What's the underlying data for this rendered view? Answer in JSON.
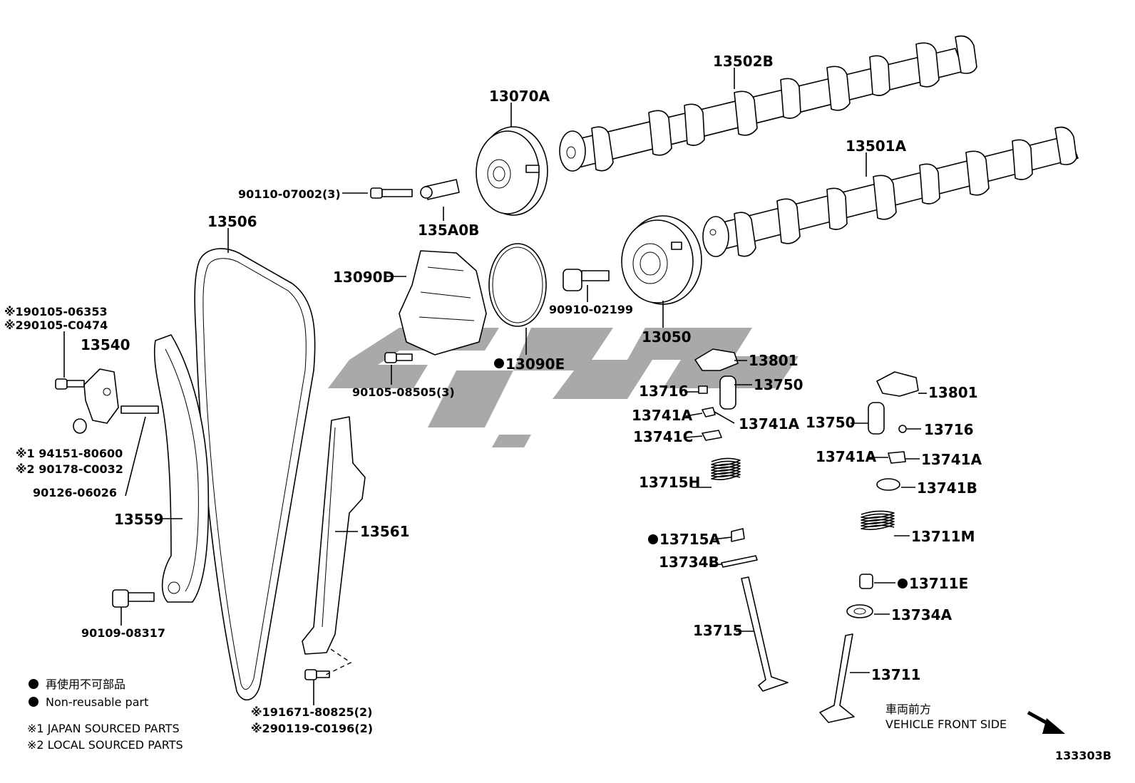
{
  "diagram_id": "133303B",
  "parts": {
    "camshaft_exhaust": "13502B",
    "camshaft_intake": "13501A",
    "exhaust_gear": "13070A",
    "intake_gear": "13050",
    "bolt_90110": "90110-07002(3)",
    "vvt_valve": "135A0B",
    "chain": "13506",
    "cover": "13090D",
    "gasket": "13090E",
    "bolt_90910": "90910-02199",
    "bolt_90105": "90105-08505(3)",
    "tensioner_bolt_1": "※190105-06353",
    "tensioner_bolt_2": "※290105-C0474",
    "tensioner": "13540",
    "stud": "90126-06026",
    "tens_sub_1": "※1 94151-80600",
    "tens_sub_2": "※2 90178-C0032",
    "slipper": "13559",
    "damper": "13561",
    "bolt_90109": "90109-08317",
    "damper_bolt_1": "※191671-80825(2)",
    "damper_bolt_2": "※290119-C0196(2)",
    "rocker_a": "13801",
    "adjuster_a": "13750",
    "cap_a": "13716",
    "key_a_left": "13741A",
    "key_a_right": "13741A",
    "retainer_c": "13741C",
    "spring_h": "13715H",
    "seal_a": "13715A",
    "seat_b": "13734B",
    "valve_ex": "13715",
    "rocker_b": "13801",
    "adjuster_b": "13750",
    "cap_b": "13716",
    "key_b_left": "13741A",
    "key_b_right": "13741A",
    "retainer_b": "13741B",
    "spring_m": "13711M",
    "seal_e": "13711E",
    "seat_a": "13734A",
    "valve_in": "13711"
  },
  "legend": {
    "nonreusable_jp": "再使用不可部品",
    "nonreusable_en": "Non-reusable part",
    "japan": "※1 JAPAN SOURCED PARTS",
    "local": "※2 LOCAL SOURCED PARTS"
  },
  "direction": {
    "jp": "車両前方",
    "en": "VEHICLE FRONT SIDE"
  },
  "icons": {
    "nonreusable": "filled-circle",
    "front": "arrow-down-right"
  },
  "colors": {
    "watermark": "#9a9a9a"
  }
}
